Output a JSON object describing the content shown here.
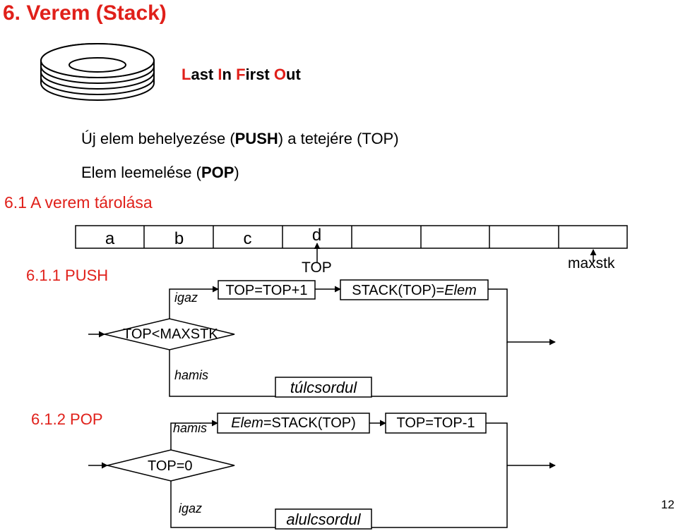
{
  "title": "6. Verem (Stack)",
  "lifo": {
    "l": "L",
    "ast": "ast ",
    "i": "I",
    "n": "n ",
    "f": "F",
    "irst": "irst ",
    "o": "O",
    "ut": "ut"
  },
  "bullets": {
    "push_pre": "Új elem behelyezése (",
    "push_kw": "PUSH",
    "push_post": ") a tetejére (TOP)",
    "pop_pre": "Elem leemelése (",
    "pop_kw": "POP",
    "pop_post": ")"
  },
  "section": "6.1 A verem tárolása",
  "array_cells": [
    "a",
    "b",
    "c",
    "d",
    "",
    "",
    "",
    ""
  ],
  "top_label": "TOP",
  "maxstk_label": "maxstk",
  "push": {
    "heading": "6.1.1 PUSH",
    "condition": "TOP<MAXSTK",
    "yes_label": "igaz",
    "no_label": "hamis",
    "step1": "TOP=TOP+1",
    "step2_pre": "STACK(TOP)=",
    "step2_it": "Elem",
    "overflow": "túlcsordul"
  },
  "pop": {
    "heading": "6.1.2 POP",
    "condition": "TOP=0",
    "no_label": "hamis",
    "yes_label": "igaz",
    "step1_it": "Elem",
    "step1_post": "=STACK(TOP)",
    "step2": "TOP=TOP-1",
    "underflow": "alulcsordul"
  },
  "page_number": "12"
}
